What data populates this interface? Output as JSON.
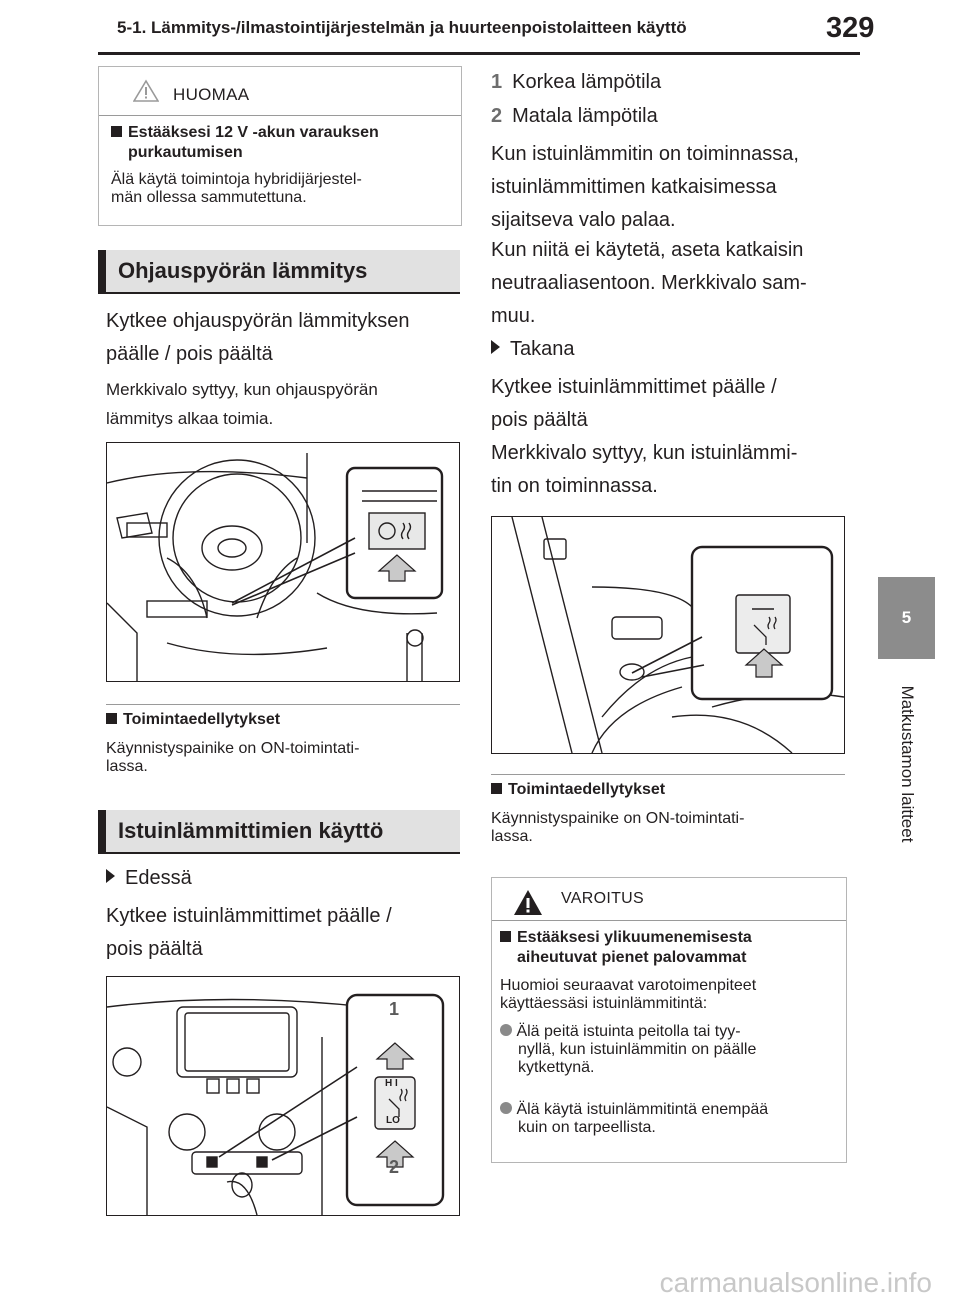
{
  "header": {
    "title": "5-1. Lämmitys-/ilmastointijärjestelmän ja huurteenpoistolaitteen käyttö",
    "page_number": "329"
  },
  "side_tab": {
    "chapter": "5",
    "label": "Matkustamon laitteet"
  },
  "notice_huomaa": {
    "heading": "HUOMAA",
    "title_line1": "Estääksesi 12 V -akun varauksen",
    "title_line2": "purkautumisen",
    "text_line1": "Älä käytä toimintoja hybridijärjestel-",
    "text_line2": "män ollessa sammutettuna."
  },
  "steering": {
    "heading": "Ohjauspyörän lämmitys",
    "text_line1": "Kytkee ohjauspyörän lämmityksen",
    "text_line2": "päälle / pois päältä",
    "note_line1": "Merkkivalo syttyy, kun ohjauspyörän",
    "note_line2": "lämmitys alkaa toimia.",
    "cond_title": "Toimintaedellytykset",
    "cond_line1": "Käynnistyspainike on ON-toimintati-",
    "cond_line2": "lassa."
  },
  "seat": {
    "heading": "Istuinlämmittimien käyttö",
    "front_label": "Edessä",
    "front_text_line1": "Kytkee istuinlämmittimet päälle /",
    "front_text_line2": "pois päältä",
    "fig_label_1": "1",
    "fig_label_2": "2",
    "button_hi": "H I",
    "button_lo": "LO"
  },
  "right_column": {
    "item1_num": "1",
    "item1_text": "Korkea lämpötila",
    "item2_num": "2",
    "item2_text": "Matala lämpötila",
    "p1_line1": "Kun istuinlämmitin on toiminnassa,",
    "p1_line2": "istuinlämmittimen katkaisimessa",
    "p1_line3": "sijaitseva valo palaa.",
    "p2_line1": "Kun niitä ei käytetä, aseta katkaisin",
    "p2_line2": "neutraaliasentoon. Merkkivalo sam-",
    "p2_line3": "muu.",
    "rear_label": "Takana",
    "rear_text_line1": "Kytkee istuinlämmittimet päälle /",
    "rear_text_line2": "pois päältä",
    "rear_note_line1": "Merkkivalo syttyy, kun istuinlämmi-",
    "rear_note_line2": "tin on toiminnassa.",
    "cond_title": "Toimintaedellytykset",
    "cond_line1": "Käynnistyspainike on ON-toimintati-",
    "cond_line2": "lassa."
  },
  "warning": {
    "heading": "VAROITUS",
    "title_line1": "Estääksesi ylikuumenemisesta",
    "title_line2": "aiheutuvat pienet palovammat",
    "intro_line1": "Huomioi seuraavat varotoimenpiteet",
    "intro_line2": "käyttäessäsi istuinlämmitintä:",
    "b1_line1": "Älä peitä istuinta peitolla tai tyy-",
    "b1_line2": "nyllä, kun istuinlämmitin on päälle",
    "b1_line3": "kytkettynä.",
    "b2_line1": "Älä käytä istuinlämmitintä enempää",
    "b2_line2": "kuin on tarpeellista."
  },
  "watermark": "carmanualsonline.info"
}
